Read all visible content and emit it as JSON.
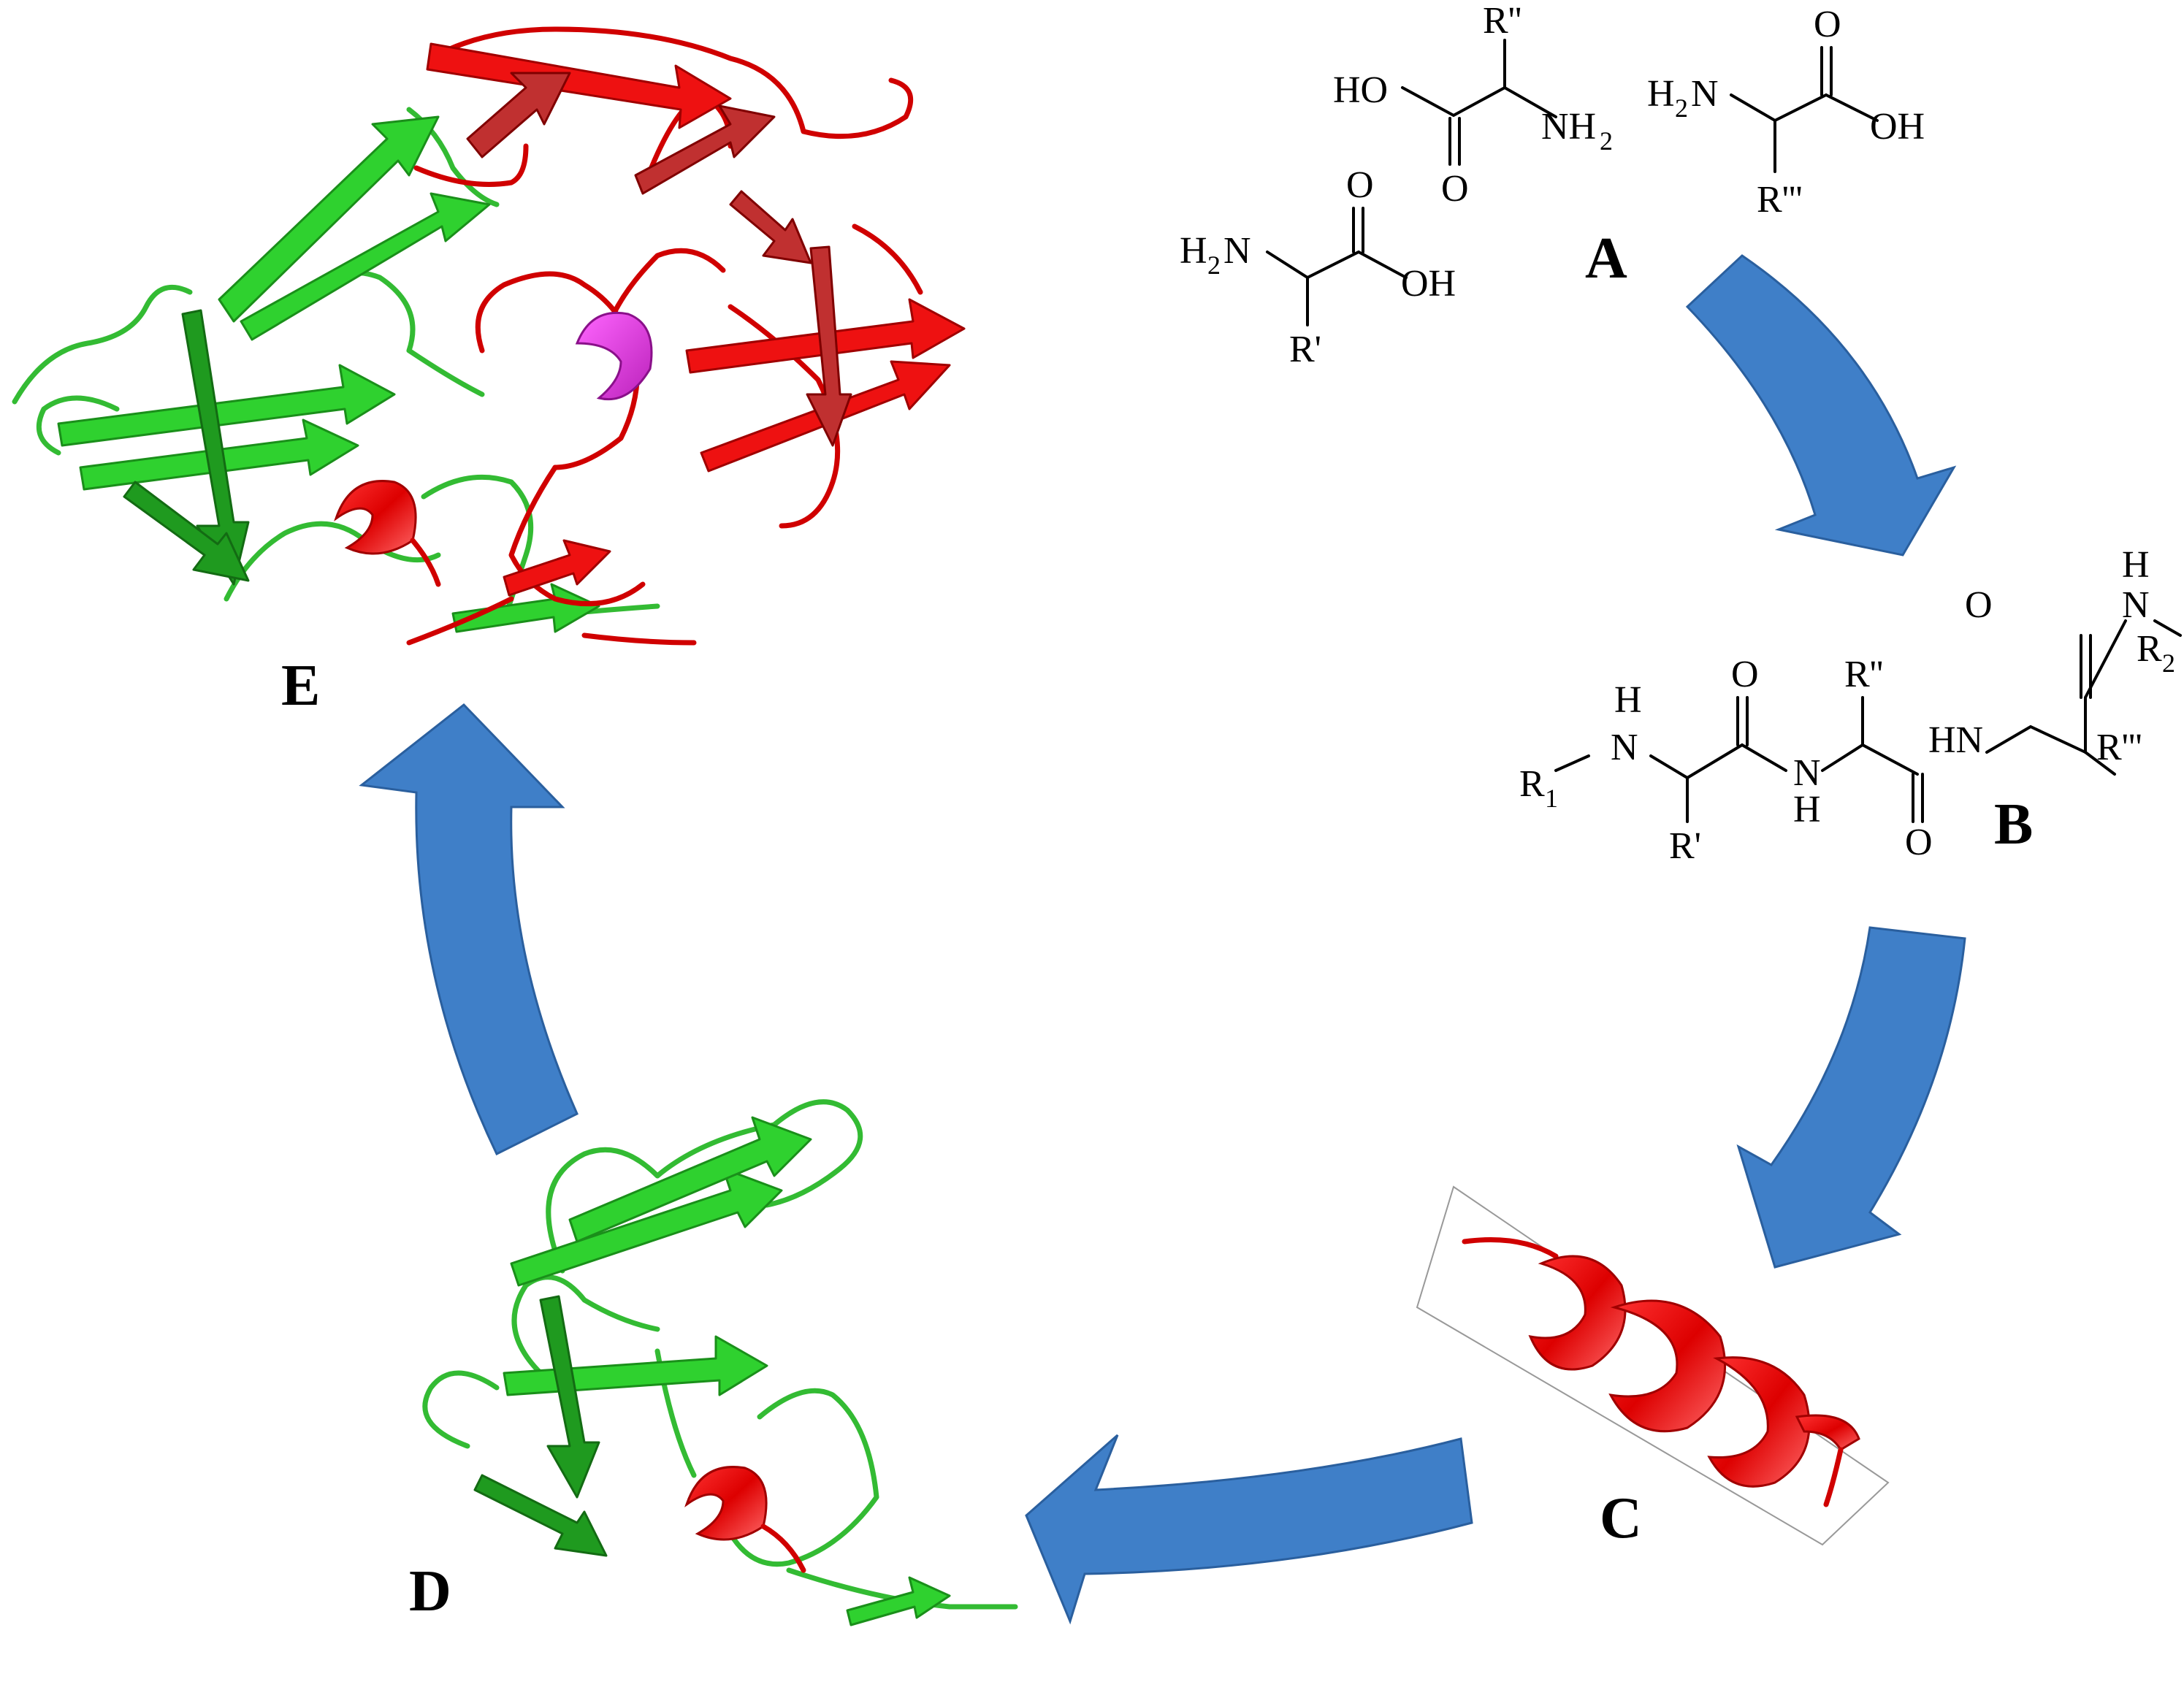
{
  "labels": {
    "A": "A",
    "B": "B",
    "C": "C",
    "D": "D",
    "E": "E"
  },
  "molecule_a": {
    "aa1": {
      "ho": "HO",
      "nh": "NH",
      "nh_sub": "2",
      "o": "O",
      "r": "R''"
    },
    "aa2": {
      "h2n_h": "H",
      "h2n_sub": "2",
      "h2n_n": "N",
      "oh": "OH",
      "o": "O",
      "r": "R'''"
    },
    "aa3": {
      "h2n_h": "H",
      "h2n_sub": "2",
      "h2n_n": "N",
      "oh": "OH",
      "o": "O",
      "r": "R'"
    }
  },
  "molecule_b": {
    "r1": "R",
    "r1_sub": "1",
    "nh1_n": "N",
    "nh1_h": "H",
    "r_prime": "R'",
    "o1": "O",
    "nh2_n": "N",
    "nh2_h": "H",
    "r_double": "R''",
    "o2": "O",
    "hn": "HN",
    "r_triple": "R'''",
    "o3": "O",
    "nh3_n": "N",
    "nh3_h": "H",
    "r2": "R",
    "r2_sub": "2"
  },
  "colors": {
    "arrow": "#3f7fc8",
    "green_strand": "#2fd12f",
    "red_strand": "#ee1111",
    "magenta_helix": "#dd33dd"
  },
  "icons": {
    "cycle_arrow": "curved-block-arrow",
    "protein": "ribbon-cartoon"
  }
}
